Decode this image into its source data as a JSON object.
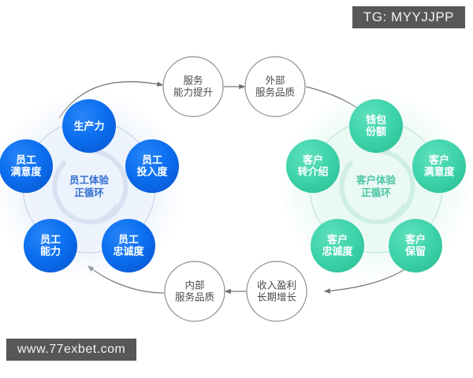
{
  "watermarks": {
    "top_tag": "TG: MYYJJPP",
    "bottom_tag": "www.77exbet.com"
  },
  "colors": {
    "blue": "#0a6ef0",
    "blue_dark": "#0c5fd8",
    "green": "#3fd4ab",
    "green_dark": "#35c79e",
    "line_grey": "#6e6e6e",
    "ring_blue": "#d6e1f2",
    "ring_green": "#cfeee5",
    "background": "#ffffff",
    "tag_bg": "#575757"
  },
  "diagram": {
    "type": "service-profit-chain-dual-virtuous-cycle",
    "outer_nodes": [
      {
        "id": "service-capability",
        "label": "服务\n能力提升",
        "position": "top-left-center"
      },
      {
        "id": "external-service-quality",
        "label": "外部\n服务品质",
        "position": "top-right-center"
      },
      {
        "id": "revenue-growth",
        "label": "收入盈利\n长期增长",
        "position": "bottom-right-center"
      },
      {
        "id": "internal-service-quality",
        "label": "内部\n服务品质",
        "position": "bottom-left-center"
      }
    ],
    "employee_cycle": {
      "center_label": "员工体验\n正循环",
      "accent": "#0a6ef0",
      "nodes": [
        {
          "id": "productivity",
          "label": "生产力",
          "angle": -90
        },
        {
          "id": "employee-engagement",
          "label": "员工\n投入度",
          "angle": -18
        },
        {
          "id": "employee-loyalty",
          "label": "员工\n忠诚度",
          "angle": 54
        },
        {
          "id": "employee-capability",
          "label": "员工\n能力",
          "angle": 126
        },
        {
          "id": "employee-satisfaction",
          "label": "员工\n满意度",
          "angle": 198
        }
      ]
    },
    "customer_cycle": {
      "center_label": "客户体验\n正循环",
      "accent": "#3fd4ab",
      "nodes": [
        {
          "id": "wallet-share",
          "label": "钱包\n份额",
          "angle": -90
        },
        {
          "id": "customer-satisfaction",
          "label": "客户\n满意度",
          "angle": -18
        },
        {
          "id": "customer-retention",
          "label": "客户\n保留",
          "angle": 54
        },
        {
          "id": "customer-loyalty",
          "label": "客户\n忠诚度",
          "angle": 126
        },
        {
          "id": "customer-referral",
          "label": "客户\n转介绍",
          "angle": 198
        }
      ]
    },
    "arrows": [
      {
        "id": "arrow-employee-to-service-capability",
        "from": "employee-cycle",
        "to": "service-capability"
      },
      {
        "id": "arrow-service-capability-to-external-quality",
        "from": "service-capability",
        "to": "external-service-quality"
      },
      {
        "id": "arrow-external-quality-to-customer",
        "from": "external-service-quality",
        "to": "customer-cycle"
      },
      {
        "id": "arrow-customer-to-revenue",
        "from": "customer-cycle",
        "to": "revenue-growth"
      },
      {
        "id": "arrow-revenue-to-internal-quality",
        "from": "revenue-growth",
        "to": "internal-service-quality"
      },
      {
        "id": "arrow-internal-quality-to-employee",
        "from": "internal-service-quality",
        "to": "employee-cycle"
      }
    ]
  }
}
